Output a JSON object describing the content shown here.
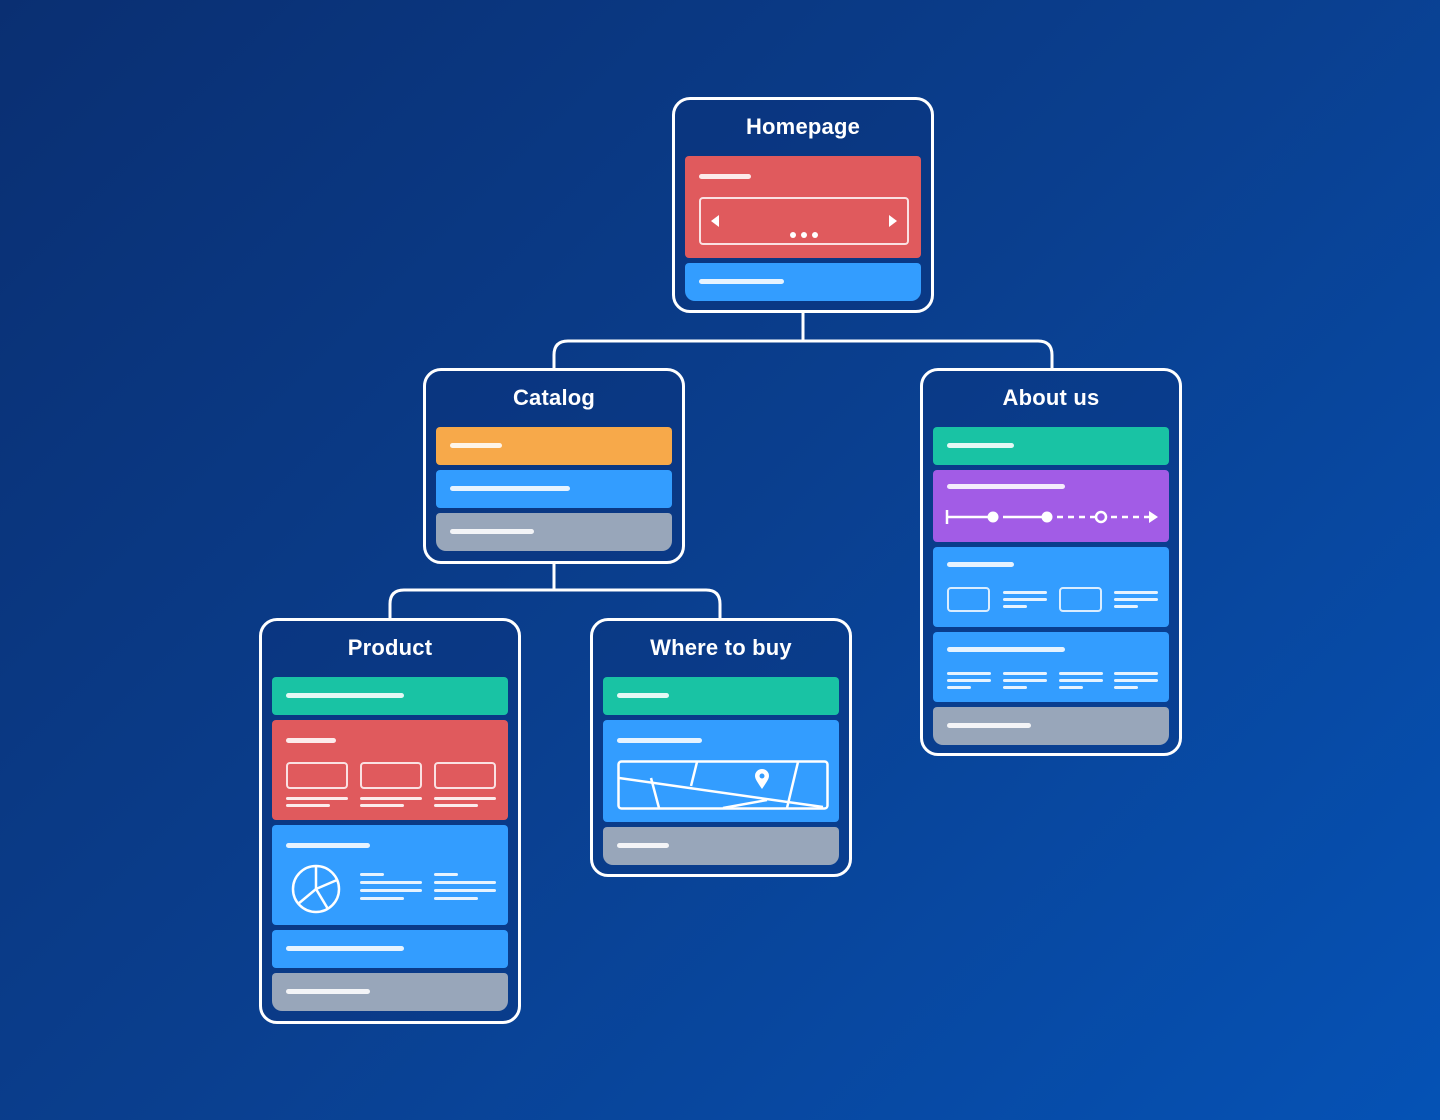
{
  "colors": {
    "background_start": "#0a2f72",
    "background_end": "#0552b5",
    "red": "#e05a5d",
    "blue": "#339dff",
    "orange": "#f7a94a",
    "gray": "#98a6ba",
    "green": "#19c3a4",
    "purple": "#a25ce6",
    "stroke": "#ffffff"
  },
  "nodes": {
    "homepage": {
      "title": "Homepage",
      "sections": [
        "red",
        "blue"
      ],
      "icons": [
        "slider-icon",
        "arrow-left-icon",
        "arrow-right-icon",
        "dots-icon"
      ]
    },
    "catalog": {
      "title": "Catalog",
      "sections": [
        "orange",
        "blue",
        "gray"
      ]
    },
    "about_us": {
      "title": "About us",
      "sections": [
        "green",
        "purple",
        "blue",
        "blue",
        "gray"
      ],
      "icons": [
        "timeline-icon"
      ]
    },
    "product": {
      "title": "Product",
      "sections": [
        "green",
        "red",
        "blue",
        "blue",
        "gray"
      ],
      "icons": [
        "pie-chart-icon"
      ]
    },
    "where_to_buy": {
      "title": "Where to buy",
      "sections": [
        "green",
        "blue",
        "gray"
      ],
      "icons": [
        "map-icon",
        "map-pin-icon"
      ]
    }
  },
  "edges": [
    {
      "from": "Homepage",
      "to": "Catalog"
    },
    {
      "from": "Homepage",
      "to": "About us"
    },
    {
      "from": "Catalog",
      "to": "Product"
    },
    {
      "from": "Catalog",
      "to": "Where to buy"
    }
  ]
}
